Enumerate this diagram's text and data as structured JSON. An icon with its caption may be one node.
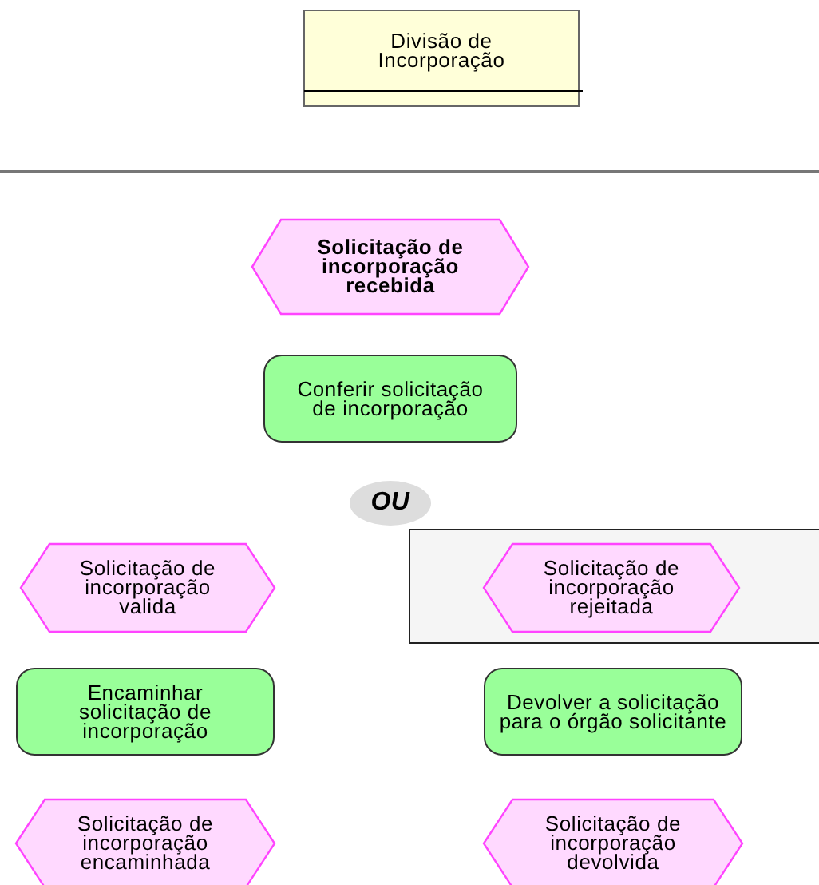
{
  "diagram": {
    "nodes": [
      {
        "text": [
          "Divisão de Incorporação"
        ]
      },
      {
        "text": [
          "Solicitação de incorporação recebida"
        ]
      },
      {
        "text": [
          "Conferir solicitação de incorporação"
        ]
      },
      {
        "text": [
          "OU"
        ]
      },
      {
        "text": [
          "Solicitação de incorporação valida"
        ]
      },
      {
        "text": [],
        "shape": "box"
      },
      {
        "text": [
          "Solicitação de incorporação rejeitada"
        ],
        "in": 5
      },
      {
        "text": [
          "Encaminhar solicitação de incorporação"
        ]
      },
      {
        "text": [
          "Devolver a solicitação para o órgão solicitante"
        ]
      },
      {
        "text": [
          "Solicitação de incorporação encaminhada"
        ]
      },
      {
        "text": [
          "Solicitação de incorporação devolvida"
        ]
      }
    ]
  }
}
